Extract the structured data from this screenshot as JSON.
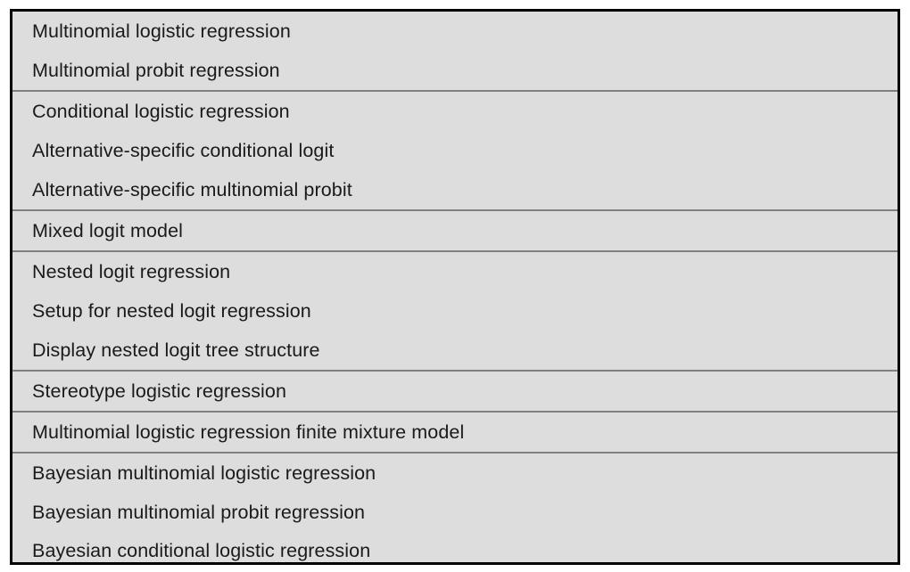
{
  "table": {
    "background_color": "#dddddd",
    "border_color": "#000000",
    "separator_color": "#808080",
    "text_color": "#1a1a1a",
    "groups": [
      {
        "items": [
          {
            "label": "Multinomial logistic regression"
          },
          {
            "label": "Multinomial probit regression"
          }
        ]
      },
      {
        "items": [
          {
            "label": "Conditional logistic regression"
          },
          {
            "label": "Alternative-specific conditional logit"
          },
          {
            "label": "Alternative-specific multinomial probit"
          }
        ]
      },
      {
        "items": [
          {
            "label": "Mixed logit model"
          }
        ]
      },
      {
        "items": [
          {
            "label": "Nested logit regression"
          },
          {
            "label": "Setup for nested logit regression"
          },
          {
            "label": "Display nested logit tree structure"
          }
        ]
      },
      {
        "items": [
          {
            "label": "Stereotype logistic regression"
          }
        ]
      },
      {
        "items": [
          {
            "label": "Multinomial logistic regression finite mixture model"
          }
        ]
      },
      {
        "items": [
          {
            "label": "Bayesian multinomial logistic regression"
          },
          {
            "label": "Bayesian multinomial probit regression"
          },
          {
            "label": "Bayesian conditional logistic regression"
          }
        ]
      }
    ]
  }
}
